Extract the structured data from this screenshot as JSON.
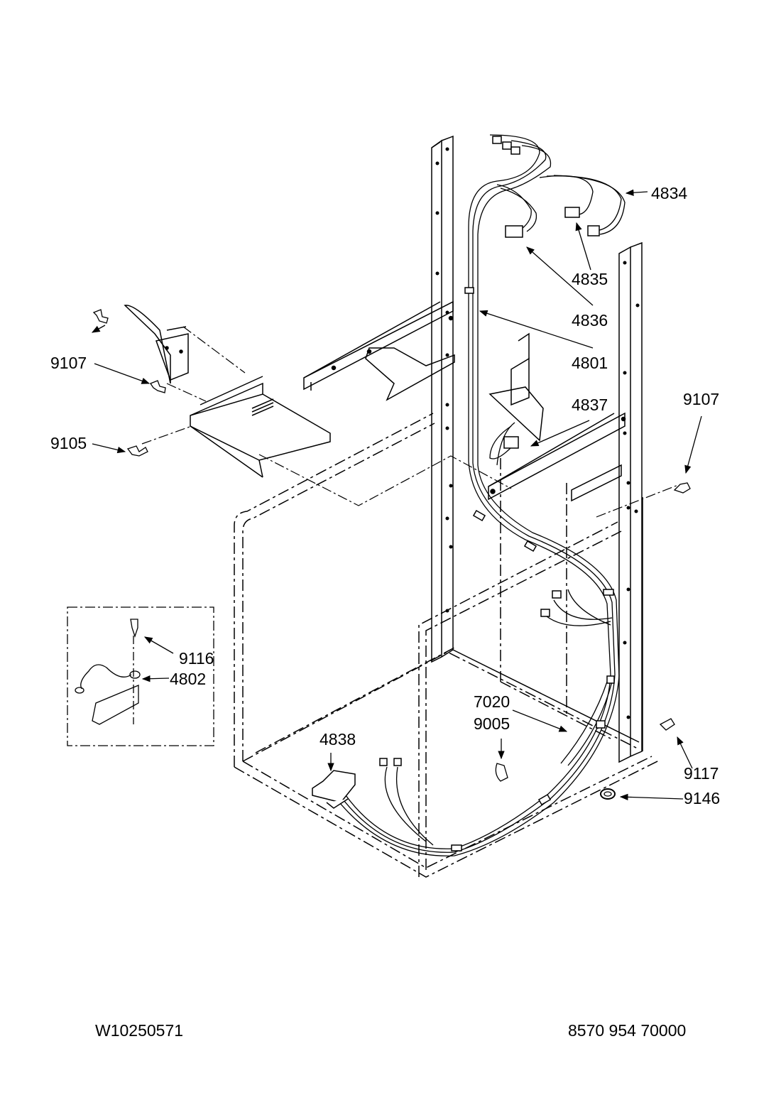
{
  "labels": {
    "p4834": "4834",
    "p4835": "4835",
    "p4836": "4836",
    "p4801": "4801",
    "p4837": "4837",
    "p9107_left": "9107",
    "p9105": "9105",
    "p9107_right": "9107",
    "p9116": "9116",
    "p4802": "4802",
    "p7020": "7020",
    "p9005": "9005",
    "p4838": "4838",
    "p9117": "9117",
    "p9146": "9146"
  },
  "footer": {
    "left_code": "W10250571",
    "right_code": "8570 954 70000"
  }
}
